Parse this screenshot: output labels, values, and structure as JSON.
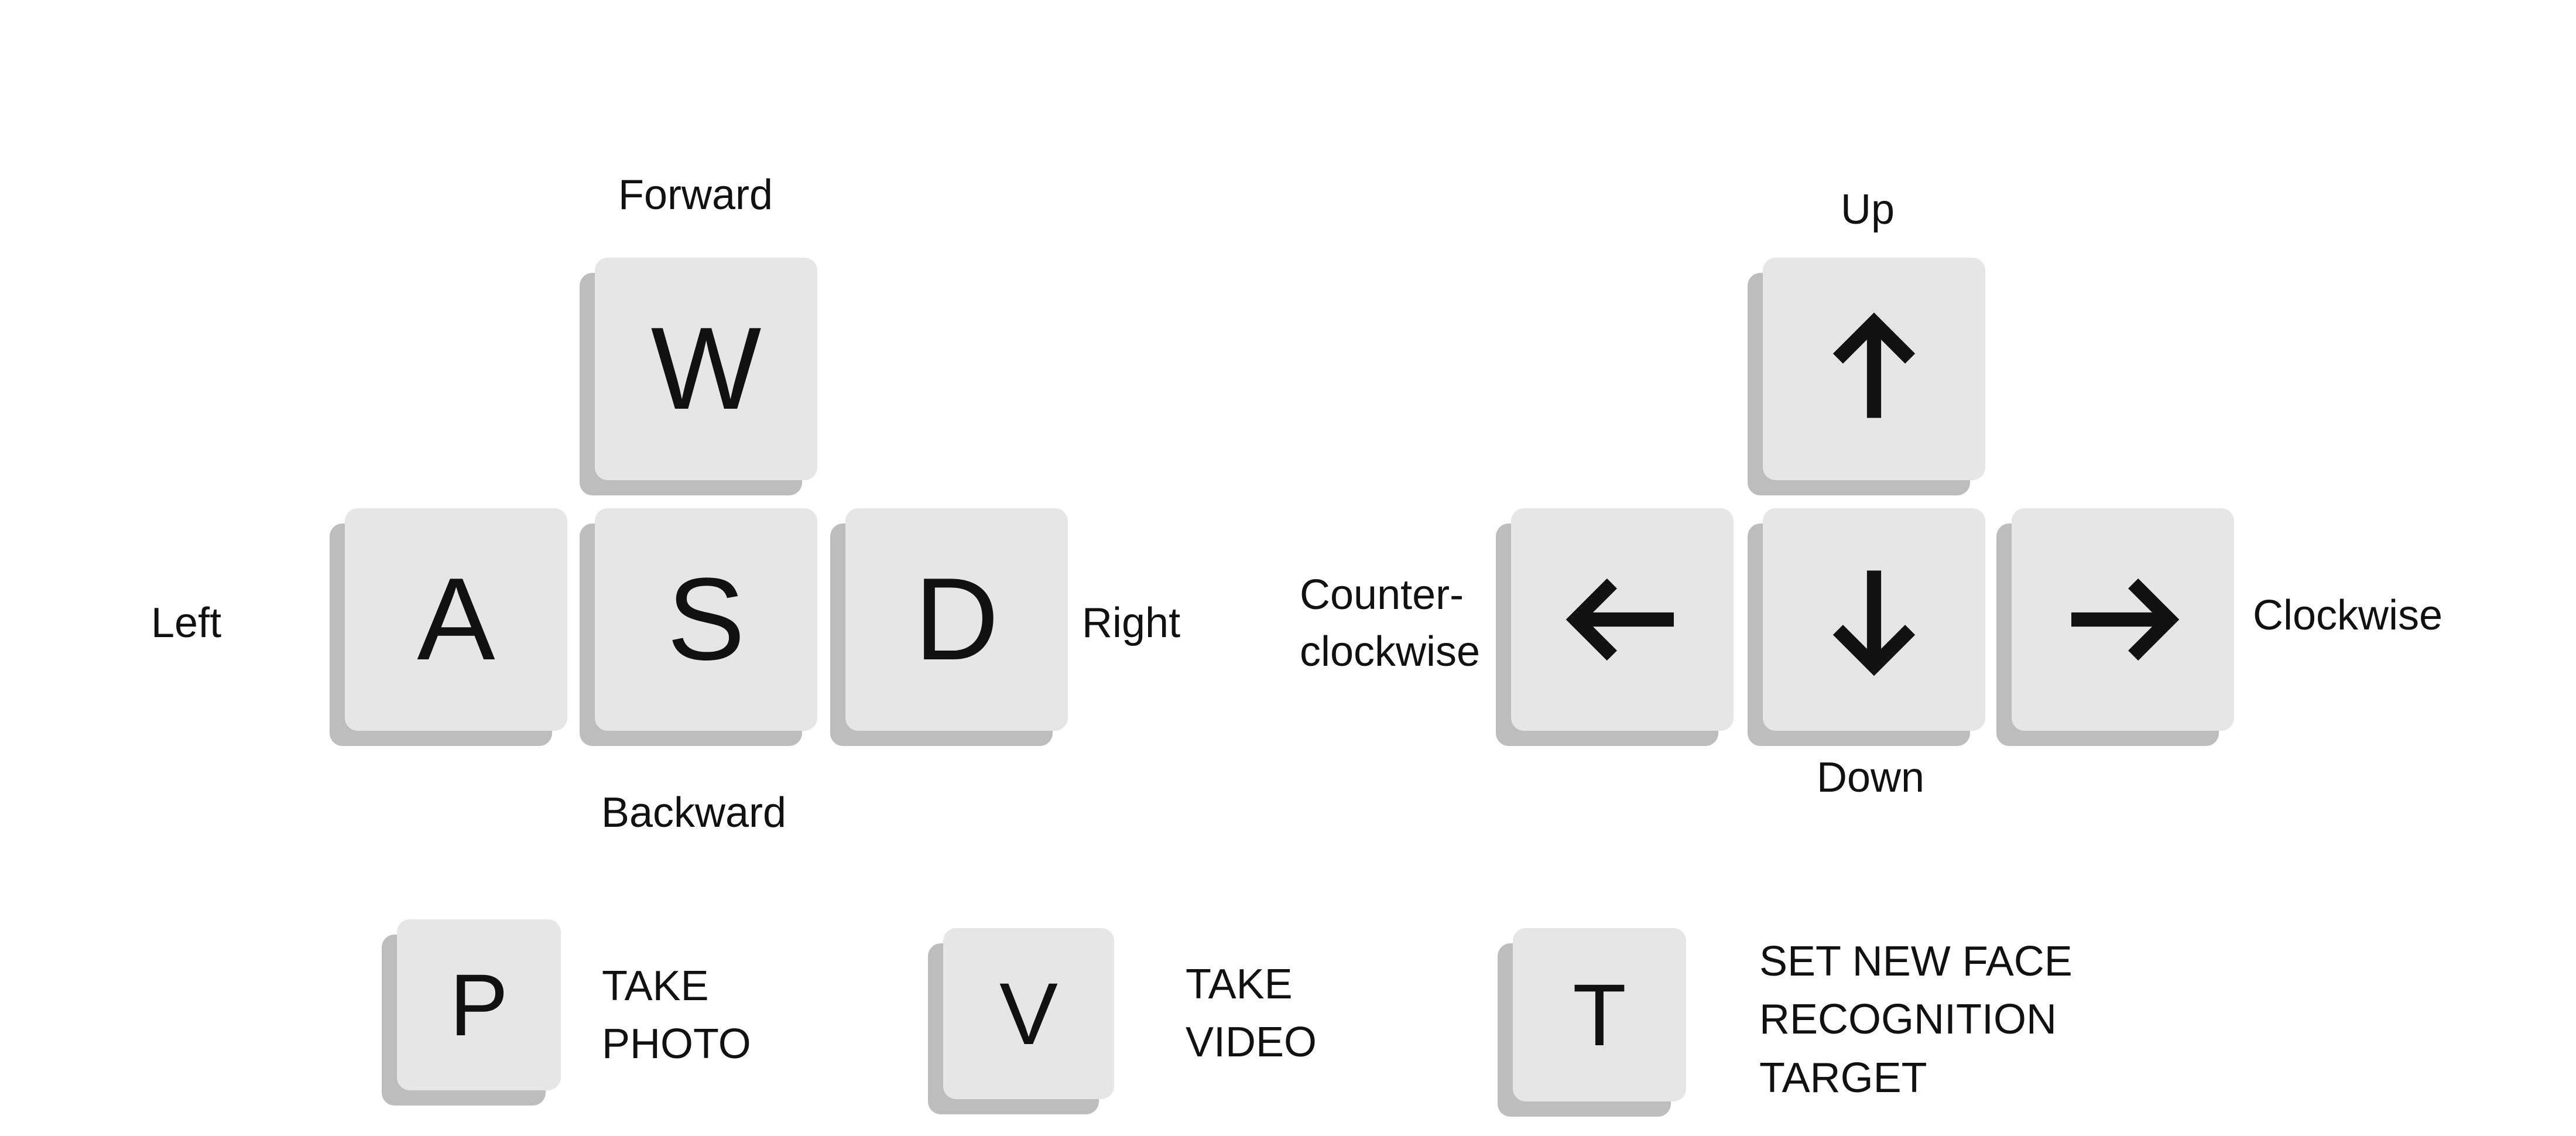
{
  "wasd": {
    "keys": {
      "w": "W",
      "a": "A",
      "s": "S",
      "d": "D"
    },
    "labels": {
      "forward": "Forward",
      "left": "Left",
      "right": "Right",
      "backward": "Backward"
    }
  },
  "arrows": {
    "icons": {
      "up": "arrow-up-icon",
      "left": "arrow-left-icon",
      "down": "arrow-down-icon",
      "right": "arrow-right-icon"
    },
    "labels": {
      "up": "Up",
      "counterclockwise_line1": "Counter-",
      "counterclockwise_line2": "clockwise",
      "clockwise": "Clockwise",
      "down": "Down"
    }
  },
  "actions": {
    "photo": {
      "key": "P",
      "line1": "TAKE",
      "line2": "PHOTO"
    },
    "video": {
      "key": "V",
      "line1": "TAKE",
      "line2": "VIDEO"
    },
    "face": {
      "key": "T",
      "line1": "SET NEW FACE",
      "line2": "RECOGNITION",
      "line3": "TARGET"
    }
  },
  "colors": {
    "key_face": "#e6e6e6",
    "key_shadow": "#bdbdbd",
    "text": "#111111"
  }
}
